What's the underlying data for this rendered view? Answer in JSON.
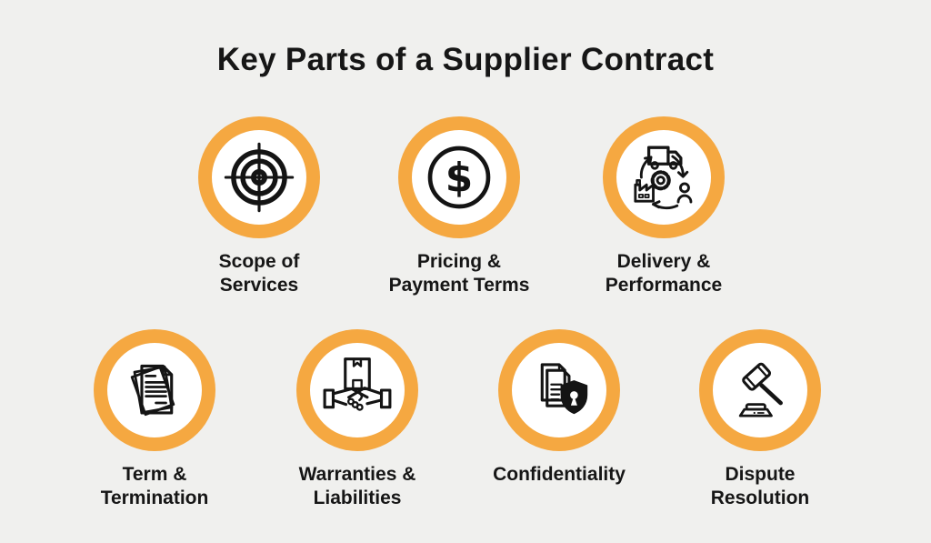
{
  "title": "Key Parts of a Supplier Contract",
  "colors": {
    "background": "#F0F0EE",
    "ring": "#F5A841",
    "icon": "#141414",
    "text": "#161616",
    "circle_fill": "#FFFFFF"
  },
  "items": [
    {
      "label": "Scope of\nServices",
      "icon": "target-icon"
    },
    {
      "label": "Pricing &\nPayment Terms",
      "icon": "dollar-coin-icon"
    },
    {
      "label": "Delivery &\nPerformance",
      "icon": "supply-cycle-icon"
    },
    {
      "label": "Term &\nTermination",
      "icon": "documents-stack-icon"
    },
    {
      "label": "Warranties &\nLiabilities",
      "icon": "handshake-package-icon"
    },
    {
      "label": "Confidentiality",
      "icon": "document-shield-icon"
    },
    {
      "label": "Dispute\nResolution",
      "icon": "gavel-icon"
    }
  ]
}
